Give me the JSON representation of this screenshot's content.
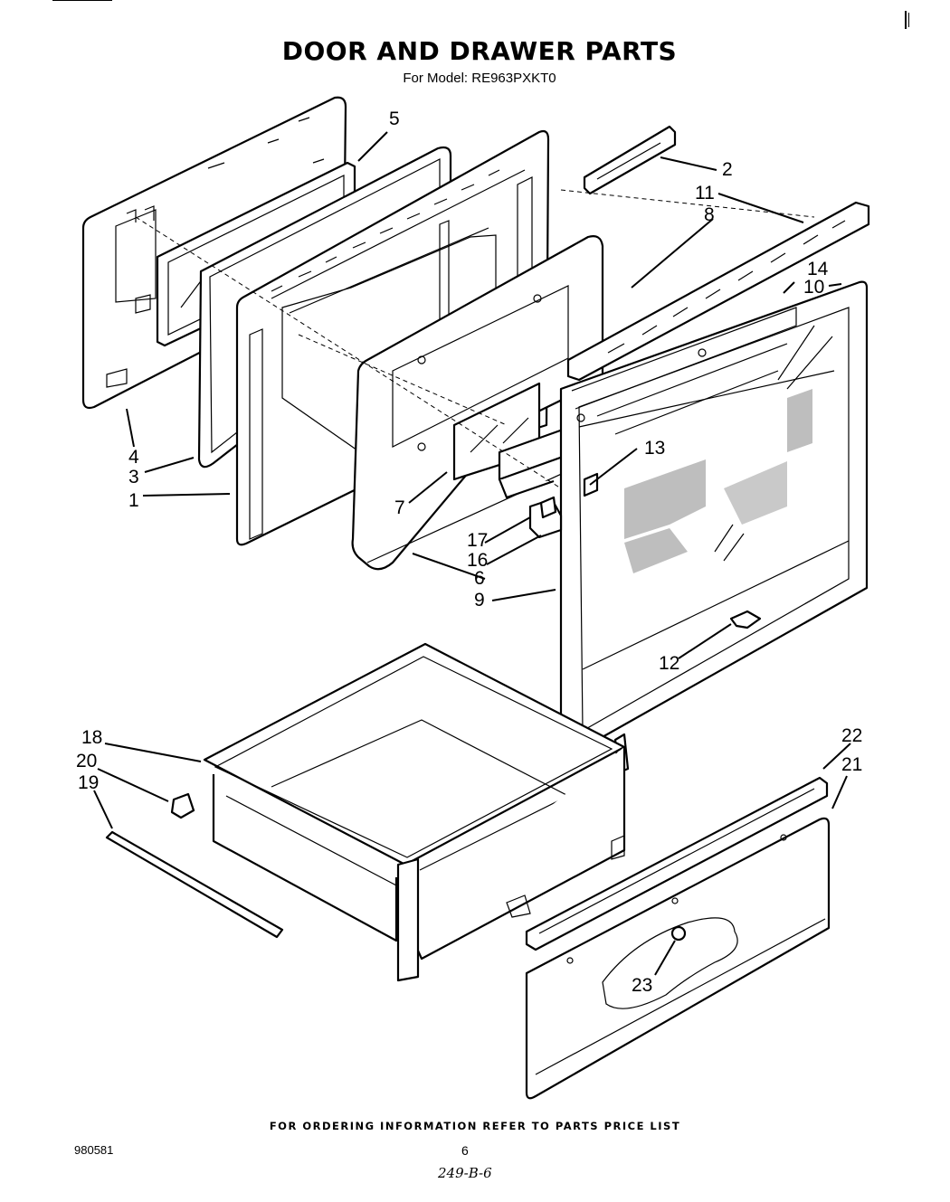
{
  "title": "DOOR AND DRAWER PARTS",
  "model_line": "For Model: RE963PXKT0",
  "footer_note": "FOR ORDERING INFORMATION REFER TO PARTS PRICE LIST",
  "document_number": "980581",
  "page_number": "6",
  "handwritten_note": "249-B-6",
  "part_labels": [
    "1",
    "2",
    "3",
    "4",
    "5",
    "6",
    "7",
    "8",
    "9",
    "10",
    "11",
    "12",
    "13",
    "14",
    "16",
    "17",
    "18",
    "19",
    "20",
    "21",
    "22",
    "23"
  ]
}
